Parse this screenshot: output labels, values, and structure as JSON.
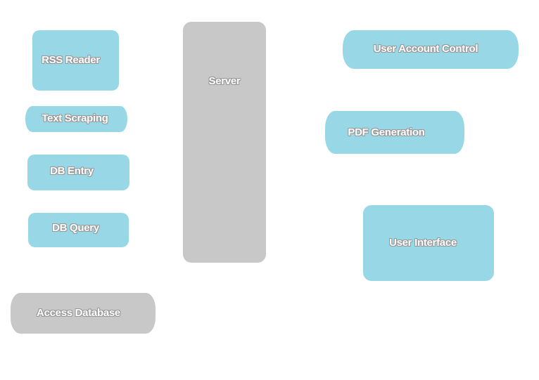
{
  "diagram": {
    "nodes": {
      "rss_reader": "RSS Reader",
      "text_scraping": "Text Scraping",
      "db_entry": "DB Entry",
      "db_query": "DB Query",
      "access_database": "Access Database",
      "server": "Server",
      "user_account_control": "User Account Control",
      "pdf_generation": "PDF Generation",
      "user_interface": "User Interface"
    },
    "colors": {
      "module": "#98d8e6",
      "infrastructure": "#c8c8c8",
      "text": "#ffffff"
    }
  }
}
